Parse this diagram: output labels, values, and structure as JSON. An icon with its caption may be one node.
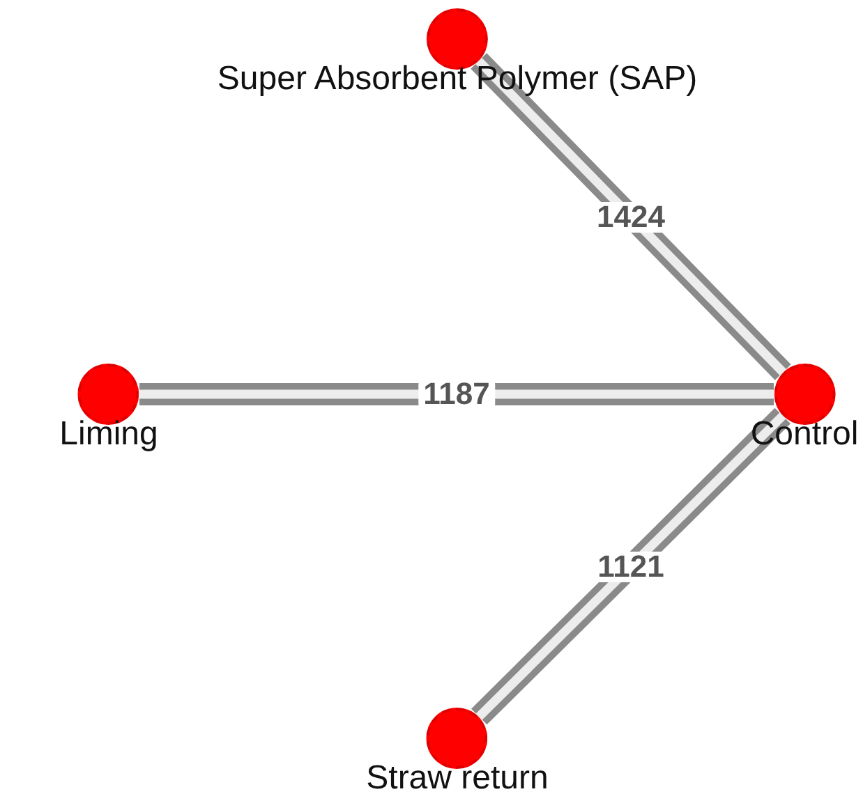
{
  "diagram": {
    "nodes": [
      {
        "text": [
          "Super Absorbent Polymer (SAP)"
        ]
      },
      {
        "text": [
          "Liming"
        ]
      },
      {
        "text": [
          "Control"
        ]
      },
      {
        "text": [
          "Straw return"
        ]
      }
    ],
    "edges": [
      {
        "from": 0,
        "to": 2,
        "arrow": "none",
        "label": "1424"
      },
      {
        "from": 1,
        "to": 2,
        "arrow": "none",
        "label": "1187"
      },
      {
        "from": 3,
        "to": 2,
        "arrow": "none",
        "label": "1121"
      }
    ]
  }
}
